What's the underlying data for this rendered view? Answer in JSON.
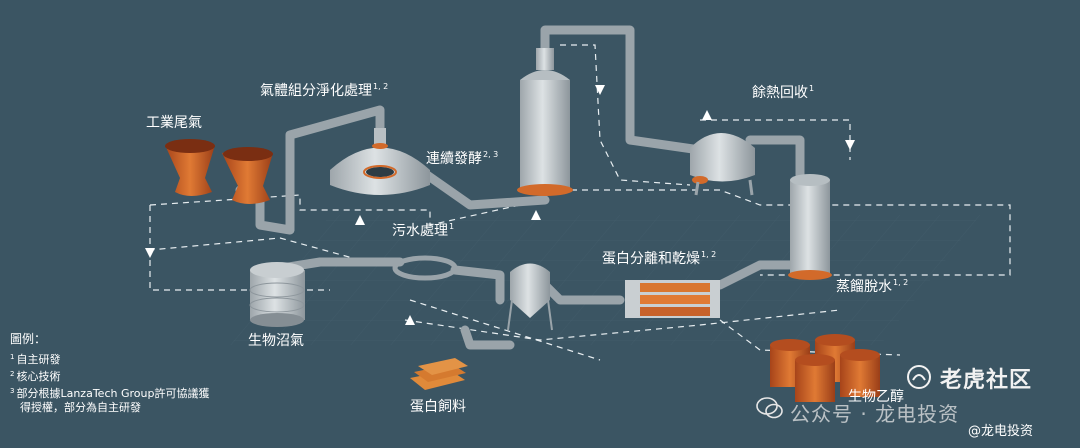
{
  "labels": {
    "industrial_exhaust": "工業尾氣",
    "gas_purification": "氣體組分淨化處理",
    "gas_purification_sup": "1, 2",
    "continuous_fermentation": "連續發酵",
    "continuous_fermentation_sup": "2, 3",
    "heat_recovery": "餘熱回收",
    "heat_recovery_sup": "1",
    "wastewater_treatment": "污水處理",
    "wastewater_treatment_sup": "1",
    "protein_separation": "蛋白分離和乾燥",
    "protein_separation_sup": "1, 2",
    "distillation": "蒸餾脫水",
    "distillation_sup": "1, 2",
    "biogas": "生物沼氣",
    "protein_feed": "蛋白飼料",
    "bioethanol": "生物乙醇"
  },
  "legend": {
    "title": "圖例：",
    "item1_num": "1",
    "item1": "自主研發",
    "item2_num": "2",
    "item2": "核心技術",
    "item3_num": "3",
    "item3_line1": "部分根據LanzaTech Group許可協議獲",
    "item3_line2": "得授權，部分為自主研發"
  },
  "watermarks": {
    "brand": "老虎社区",
    "wechat": "公众号 · 龙电投资",
    "handle": "@龙电投资"
  },
  "colors": {
    "background": "#3b5563",
    "pipe": "#9aa4aa",
    "orange": "#d26a2a",
    "equipment": "#c4cacd"
  },
  "icons": [
    "wechat-icon",
    "tiger-icon"
  ]
}
